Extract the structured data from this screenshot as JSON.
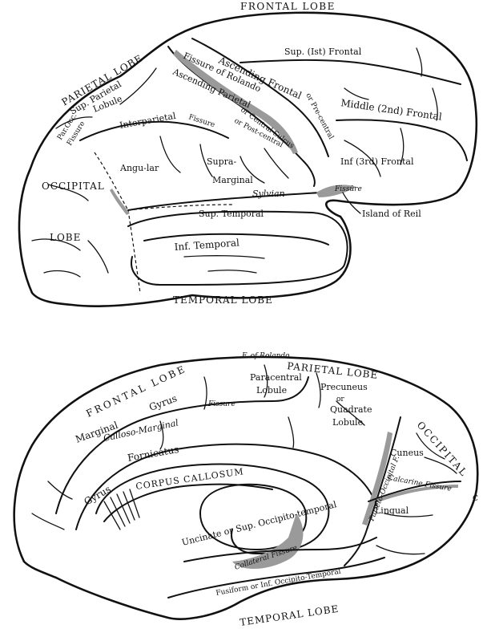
{
  "lateral": {
    "frontal_lobe": "FRONTAL LOBE",
    "parietal_lobe": "PARIETAL LOBE",
    "occipital_lobe_1": "OCCIPITAL",
    "occipital_lobe_2": "LOBE",
    "temporal_lobe": "TEMPORAL LOBE",
    "sup_frontal": "Sup. (Ist) Frontal",
    "middle_frontal": "Middle (2nd) Frontal",
    "inf_frontal": "Inf (3rd) Frontal",
    "ascending_frontal": "Ascending Frontal",
    "fissure_rolando": "Fissure of Rolando",
    "ascending_parietal": "Ascending Parietal",
    "post_central": "or Post-central",
    "pre_central": "or Pre-central",
    "central_sulcus": "or Central Sulcus",
    "sup_parietal_1": "Sup. Parietal",
    "sup_parietal_2": "Lobule",
    "interparietal": "Interparietal",
    "fissure": "Fissure",
    "par_occ_1": "Par.Occ.",
    "par_occ_2": "Fissure",
    "angular": "Angu-lar",
    "supra_marginal_1": "Supra-",
    "supra_marginal_2": "Marginal",
    "sylvian": "Sylvian",
    "fissure_short": "Fissure",
    "island_of_reil": "Island of Reil",
    "sup_temporal": "Sup. Temporal",
    "inf_temporal": "Inf. Temporal"
  },
  "medial": {
    "frontal_lobe": "FRONTAL LOBE",
    "parietal_lobe": "PARIETAL LOBE",
    "occipital": "OCCIPITAL",
    "temporal_lobe": "TEMPORAL LOBE",
    "f_of_rolando": "F. of Rolando",
    "paracentral_1": "Paracentral",
    "paracentral_2": "Lobule",
    "precuneus_1": "Precuneus",
    "precuneus_2": "or",
    "precuneus_3": "Quadrate",
    "precuneus_4": "Lobule",
    "gyrus": "Gyrus",
    "fissure": "Fissure",
    "calloso_marginal": "Calloso-Marginal",
    "marginal": "Marginal",
    "gyrus_fornicatus_1": "Gyrus",
    "gyrus_fornicatus_2": "Fornicatus",
    "corpus_callosum": "CORPUS CALLOSUM",
    "parieto_occipital": "Parieto-Occipital F.",
    "cuneus": "Cuneus",
    "calcarine": "Calcarine Fissure",
    "lingual": "Lingual",
    "uncinate": "Uncinate or Sup. Occipito-temporal",
    "collateral": "Collateral Fissure",
    "fusiform": "Fusiform or Inf. Occipito-Temporal",
    "cut_label": "C"
  }
}
